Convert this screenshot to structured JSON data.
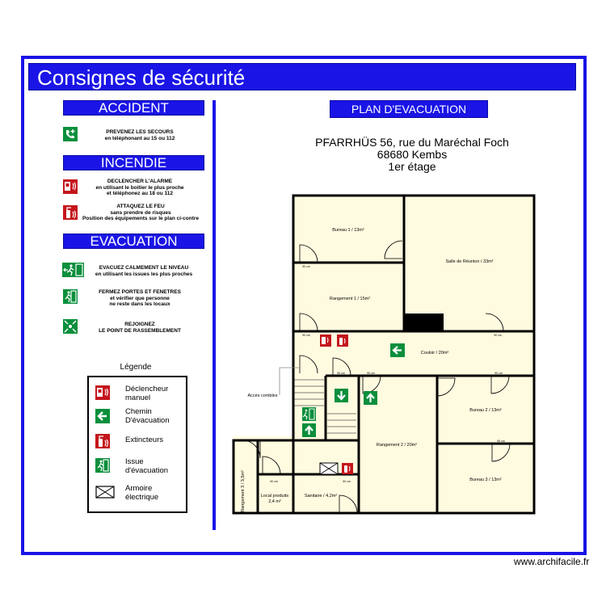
{
  "title": "Consignes de sécurité",
  "sections": {
    "accident": "ACCIDENT",
    "incendie": "INCENDIE",
    "evacuation": "EVACUATION",
    "plan": "PLAN D'EVACUATION"
  },
  "instructions": {
    "accident_1": "PREVENEZ LES SECOURS\nen téléphonant au 15 ou 112",
    "incendie_1": "DECLENCHER L'ALARME\nen utilisant le boitier le plus proche\net téléphonez au 18 ou 112",
    "incendie_2": "ATTAQUEZ LE FEU\nsans prendre de risques\nPosition des équipements sur le plan ci-contre",
    "evacuation_1": "EVACUEZ CALMEMENT LE NIVEAU\nen utilisant les issues les plus proches",
    "evacuation_2": "FERMEZ PORTES ET FENETRES\net vérifier que personne\nne reste dans les locaux",
    "evacuation_3": "REJOIGNEZ\nLE POINT DE RASSEMBLEMENT"
  },
  "legend": {
    "title": "Légende",
    "items": [
      {
        "label": "Déclencheur\nmanuel",
        "icon": "alarm-trigger-icon"
      },
      {
        "label": "Chemin\nD'évacuation",
        "icon": "evacuation-arrow-icon"
      },
      {
        "label": "Extincteurs",
        "icon": "extinguisher-icon"
      },
      {
        "label": "Issue\nd'évacuation",
        "icon": "exit-icon"
      },
      {
        "label": "Armoire\nélectrique",
        "icon": "electrical-cabinet-icon"
      }
    ]
  },
  "address": {
    "line1": "PFARRHÜS 56, rue du Maréchal Foch",
    "line2": "68680 Kembs",
    "line3": "1er étage"
  },
  "rooms": {
    "bureau1": "Bureau 1  /  13m²",
    "salle": "Salle de Réunion  /  33m²",
    "rangement1": "Rangement 1  /  15m²",
    "couloir": "Couloir  /  20m²",
    "bureau2": "Bureau 2  /  13m²",
    "rangement2": "Rangement 2  /  20m²",
    "bureau3": "Bureau 3  /  13m²",
    "rangement3": "Rangement 3  /  3,5m²",
    "local_produits_1": "Local produits",
    "local_produits_2": "2,4 m²",
    "sanitaire": "Sanitaire  /  4,2m²",
    "acces": "Accès combles",
    "door_width": "90 cm"
  },
  "colors": {
    "accent": "#1a14e6",
    "safe_green": "#0b8f3c",
    "fire_red": "#c4161c",
    "floor": "#fffbe0"
  },
  "footer": "www.archifacile.fr"
}
